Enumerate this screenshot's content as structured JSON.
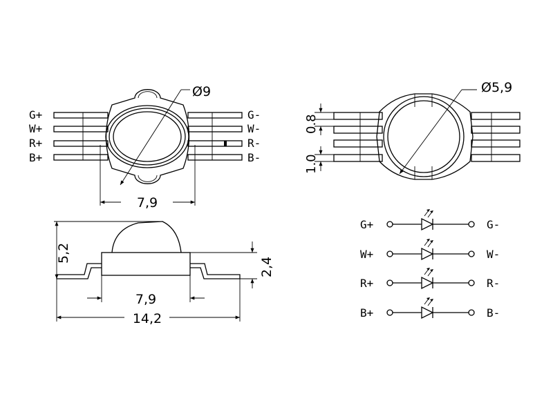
{
  "colors": {
    "stroke": "#000000",
    "background": "#ffffff"
  },
  "top_view": {
    "pins_left": [
      "G+",
      "W+",
      "R+",
      "B+"
    ],
    "pins_right": [
      "G-",
      "W-",
      "R-",
      "B-"
    ],
    "diameter": "Ø9",
    "width": "7,9"
  },
  "bottom_view": {
    "diameter": "Ø5,9",
    "pitch": "0.8",
    "lead_width": "1.0"
  },
  "side_view": {
    "height": "5,2",
    "body_height": "2,4",
    "body_width": "7,9",
    "total_width": "14,2"
  },
  "schematic": {
    "rows": [
      {
        "anode": "G+",
        "cathode": "G-"
      },
      {
        "anode": "W+",
        "cathode": "W-"
      },
      {
        "anode": "R+",
        "cathode": "R-"
      },
      {
        "anode": "B+",
        "cathode": "B-"
      }
    ]
  }
}
